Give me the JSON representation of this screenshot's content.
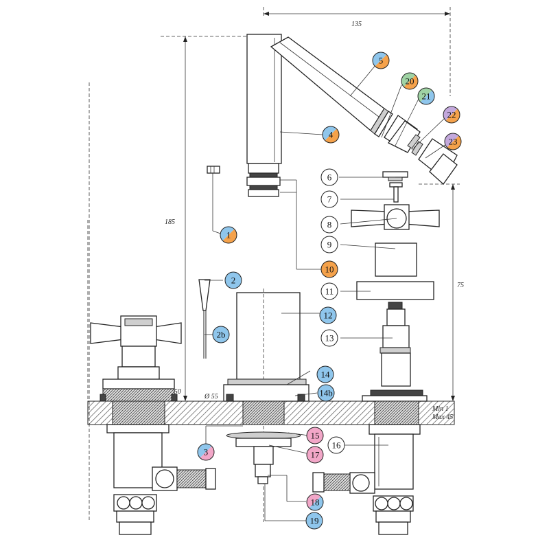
{
  "dimensions": {
    "width_label": "135",
    "height_label": "185",
    "spout_height_label": "75",
    "diameter_left": "Ø 50",
    "diameter_center": "Ø 55",
    "deck_min": "Min 1",
    "deck_max": "Max 45"
  },
  "colors": {
    "blue": "#8fc6ec",
    "orange": "#f5a24b",
    "green": "#9fd3a4",
    "purple": "#c3a8dc",
    "pink": "#f2a7c8",
    "white": "#ffffff",
    "hatch": "#555555"
  },
  "callouts": [
    {
      "id": "c1",
      "label": "1",
      "fill": "blue|orange"
    },
    {
      "id": "c2",
      "label": "2",
      "fill": "blue"
    },
    {
      "id": "c2b",
      "label": "2b",
      "fill": "blue"
    },
    {
      "id": "c3",
      "label": "3",
      "fill": "blue|pink"
    },
    {
      "id": "c4",
      "label": "4",
      "fill": "blue|orange"
    },
    {
      "id": "c5",
      "label": "5",
      "fill": "blue|orange"
    },
    {
      "id": "c6",
      "label": "6",
      "fill": "white"
    },
    {
      "id": "c7",
      "label": "7",
      "fill": "white"
    },
    {
      "id": "c8",
      "label": "8",
      "fill": "white"
    },
    {
      "id": "c9",
      "label": "9",
      "fill": "white"
    },
    {
      "id": "c10",
      "label": "10",
      "fill": "orange"
    },
    {
      "id": "c11",
      "label": "11",
      "fill": "white"
    },
    {
      "id": "c12",
      "label": "12",
      "fill": "blue"
    },
    {
      "id": "c13",
      "label": "13",
      "fill": "white"
    },
    {
      "id": "c14",
      "label": "14",
      "fill": "blue"
    },
    {
      "id": "c14b",
      "label": "14b",
      "fill": "blue"
    },
    {
      "id": "c15",
      "label": "15",
      "fill": "pink"
    },
    {
      "id": "c16",
      "label": "16",
      "fill": "white"
    },
    {
      "id": "c17",
      "label": "17",
      "fill": "pink"
    },
    {
      "id": "c18",
      "label": "18",
      "fill": "pink|blue"
    },
    {
      "id": "c19",
      "label": "19",
      "fill": "blue"
    },
    {
      "id": "c20",
      "label": "20",
      "fill": "green|orange"
    },
    {
      "id": "c21",
      "label": "21",
      "fill": "green|blue"
    },
    {
      "id": "c22",
      "label": "22",
      "fill": "purple|orange"
    },
    {
      "id": "c23",
      "label": "23",
      "fill": "purple|orange"
    }
  ]
}
